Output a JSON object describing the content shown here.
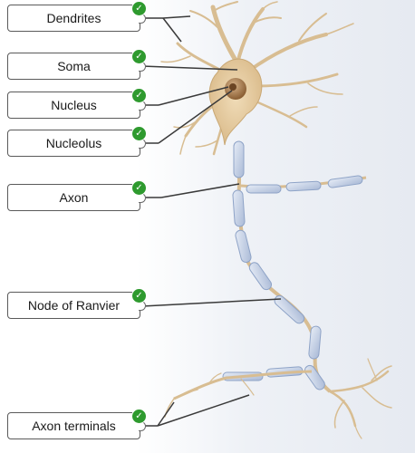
{
  "labels": [
    {
      "id": "dendrites",
      "text": "Dendrites"
    },
    {
      "id": "soma",
      "text": "Soma"
    },
    {
      "id": "nucleus",
      "text": "Nucleus"
    },
    {
      "id": "nucleolus",
      "text": "Nucleolus"
    },
    {
      "id": "axon",
      "text": "Axon"
    },
    {
      "id": "node-of-ranvier",
      "text": "Node of Ranvier"
    },
    {
      "id": "axon-terminals",
      "text": "Axon terminals"
    }
  ],
  "status_icon": "check-icon",
  "colors": {
    "check_green": "#2e9a2e",
    "neuron_body": "#e2c79c",
    "myelin": "#c8d4e8",
    "nucleus": "#a9804f"
  }
}
